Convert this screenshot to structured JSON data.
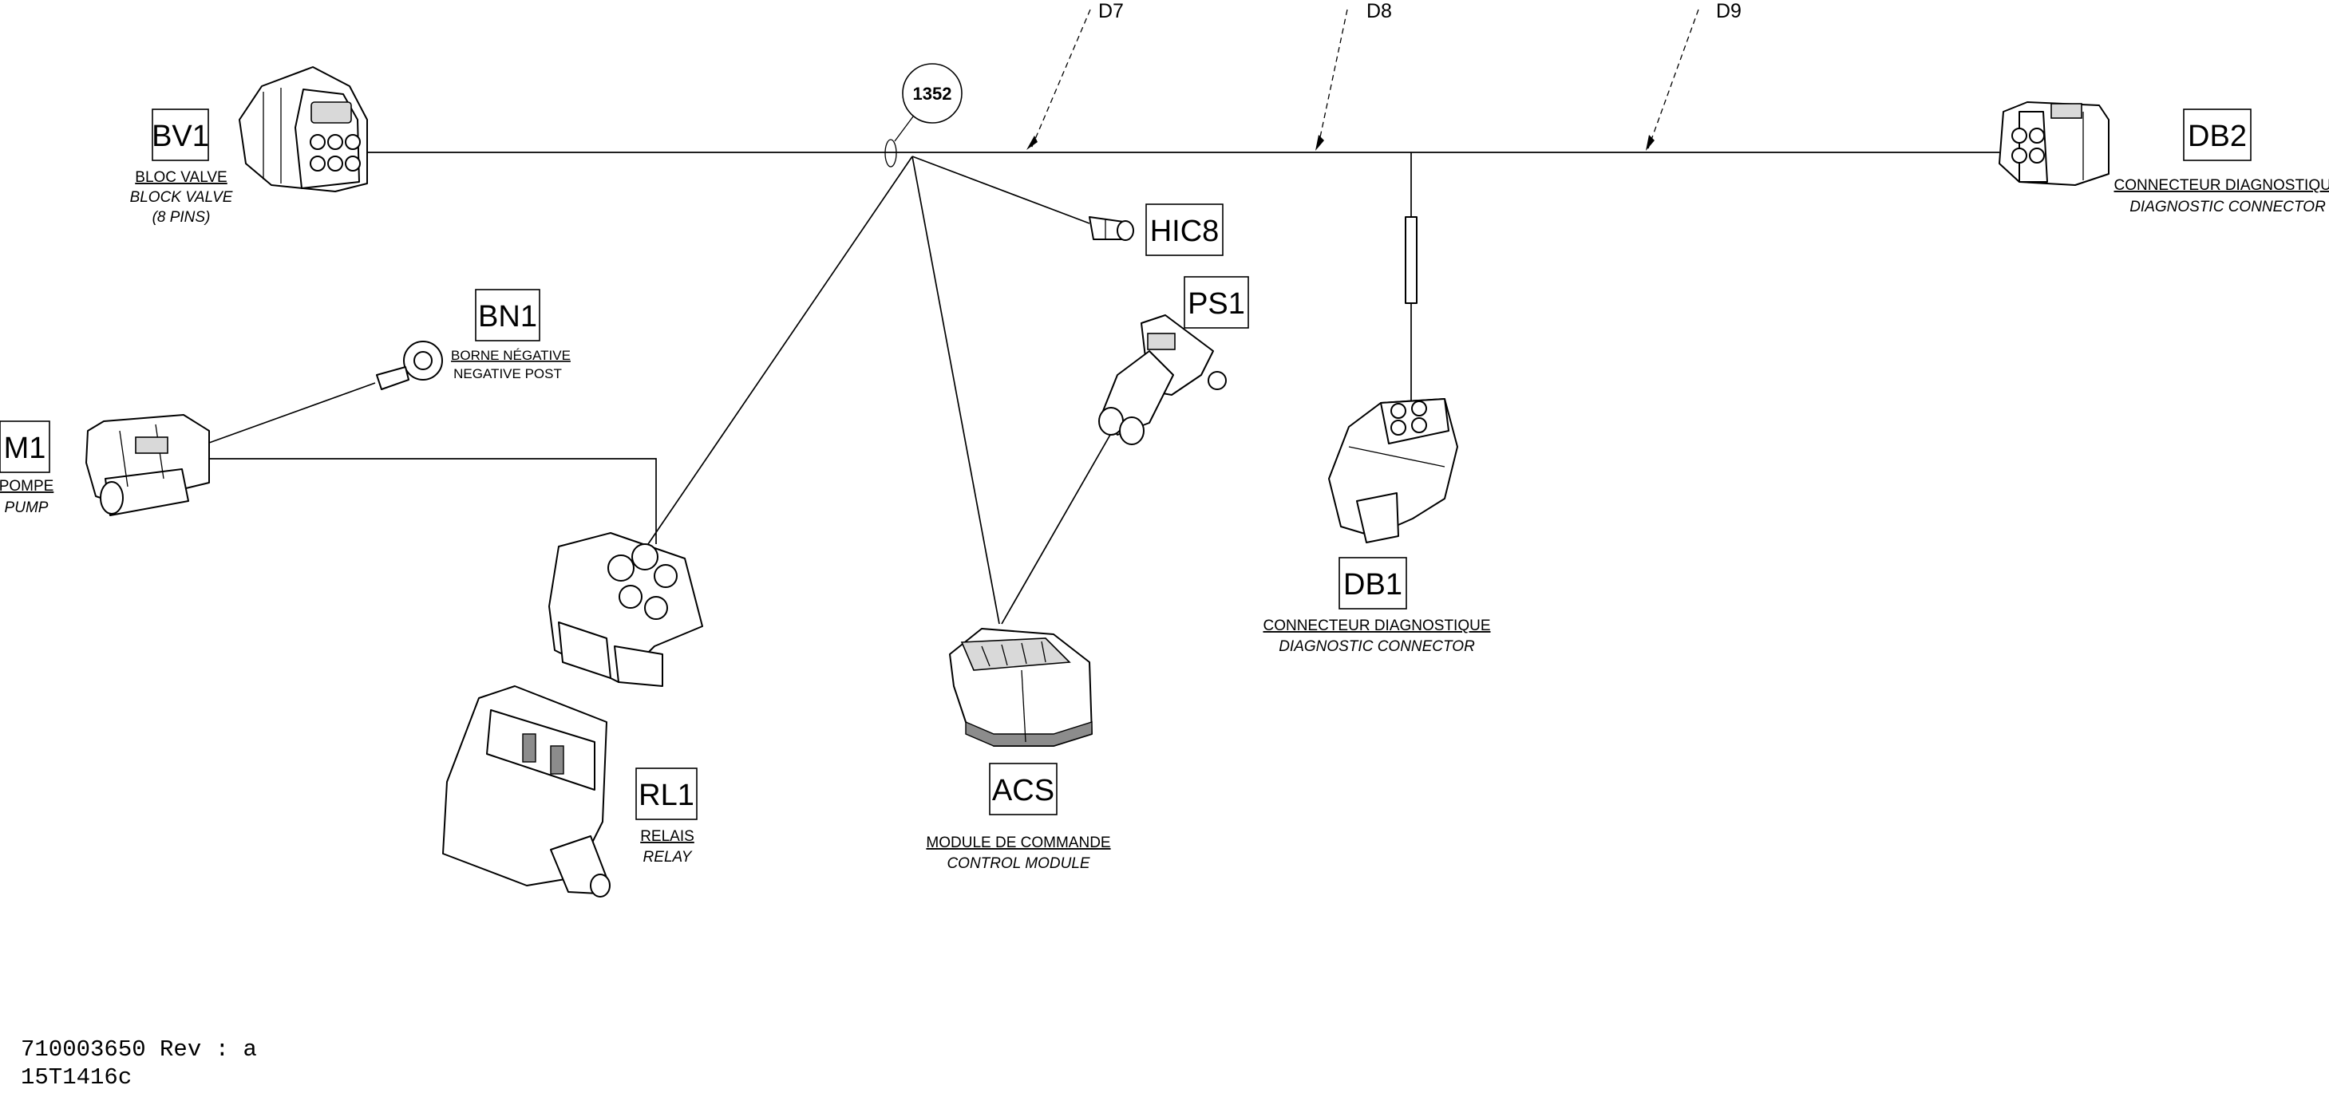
{
  "diagram": {
    "lines": {
      "d7": "D7",
      "d8": "D8",
      "d9": "D9"
    },
    "splice": "1352",
    "components": {
      "bv1": {
        "id": "BV1",
        "fr": "BLOC VALVE",
        "en": "BLOCK VALVE",
        "extra": "(8 PINS)"
      },
      "bn1": {
        "id": "BN1",
        "fr": "BORNE NÉGATIVE",
        "en": "NEGATIVE POST"
      },
      "m1": {
        "id": "M1",
        "fr": "POMPE",
        "en": "PUMP"
      },
      "hic8": {
        "id": "HIC8"
      },
      "ps1": {
        "id": "PS1"
      },
      "rl1": {
        "id": "RL1",
        "fr": "RELAIS",
        "en": "RELAY"
      },
      "acs": {
        "id": "ACS",
        "fr": "MODULE DE COMMANDE",
        "en": "CONTROL MODULE"
      },
      "db1": {
        "id": "DB1",
        "fr": "CONNECTEUR DIAGNOSTIQUE",
        "en": "DIAGNOSTIC CONNECTOR"
      },
      "db2": {
        "id": "DB2",
        "fr": "CONNECTEUR DIAGNOSTIQUE",
        "en": "DIAGNOSTIC CONNECTOR"
      }
    },
    "footer": {
      "part_number": "710003650 Rev : a",
      "drawing_number": "15T1416c"
    }
  }
}
